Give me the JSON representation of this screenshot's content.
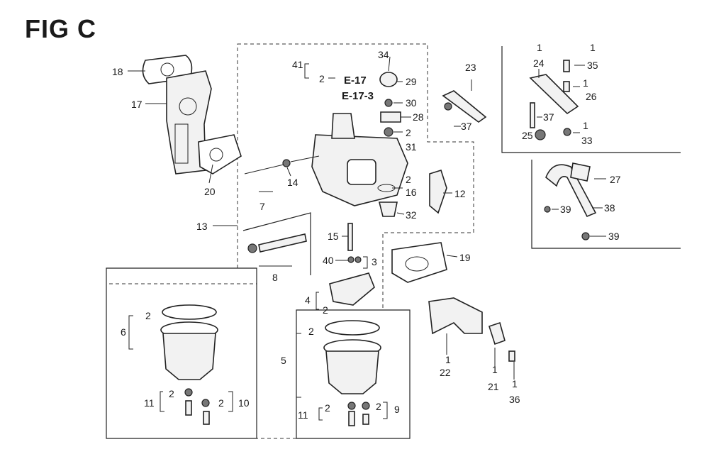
{
  "figure": {
    "title": "FIG C"
  },
  "references": [
    "E-17",
    "E-17-3"
  ],
  "parts": [
    {
      "id": "p1",
      "label": "1"
    },
    {
      "id": "p2",
      "label": "2"
    },
    {
      "id": "p3",
      "label": "3"
    },
    {
      "id": "p4",
      "label": "4"
    },
    {
      "id": "p5",
      "label": "5"
    },
    {
      "id": "p6",
      "label": "6"
    },
    {
      "id": "p7",
      "label": "7"
    },
    {
      "id": "p8",
      "label": "8"
    },
    {
      "id": "p9",
      "label": "9"
    },
    {
      "id": "p10",
      "label": "10"
    },
    {
      "id": "p11",
      "label": "11"
    },
    {
      "id": "p12",
      "label": "12"
    },
    {
      "id": "p13",
      "label": "13"
    },
    {
      "id": "p14",
      "label": "14"
    },
    {
      "id": "p15",
      "label": "15"
    },
    {
      "id": "p16",
      "label": "16"
    },
    {
      "id": "p17",
      "label": "17"
    },
    {
      "id": "p18",
      "label": "18"
    },
    {
      "id": "p19",
      "label": "19"
    },
    {
      "id": "p20",
      "label": "20"
    },
    {
      "id": "p21",
      "label": "21"
    },
    {
      "id": "p22",
      "label": "22"
    },
    {
      "id": "p23",
      "label": "23"
    },
    {
      "id": "p24",
      "label": "24"
    },
    {
      "id": "p25",
      "label": "25"
    },
    {
      "id": "p26",
      "label": "26"
    },
    {
      "id": "p27",
      "label": "27"
    },
    {
      "id": "p28",
      "label": "28"
    },
    {
      "id": "p29",
      "label": "29"
    },
    {
      "id": "p30",
      "label": "30"
    },
    {
      "id": "p31",
      "label": "31"
    },
    {
      "id": "p32",
      "label": "32"
    },
    {
      "id": "p33",
      "label": "33"
    },
    {
      "id": "p34",
      "label": "34"
    },
    {
      "id": "p35",
      "label": "35"
    },
    {
      "id": "p36",
      "label": "36"
    },
    {
      "id": "p37",
      "label": "37"
    },
    {
      "id": "p38",
      "label": "38"
    },
    {
      "id": "p39",
      "label": "39"
    },
    {
      "id": "p40",
      "label": "40"
    },
    {
      "id": "p41",
      "label": "41"
    }
  ]
}
